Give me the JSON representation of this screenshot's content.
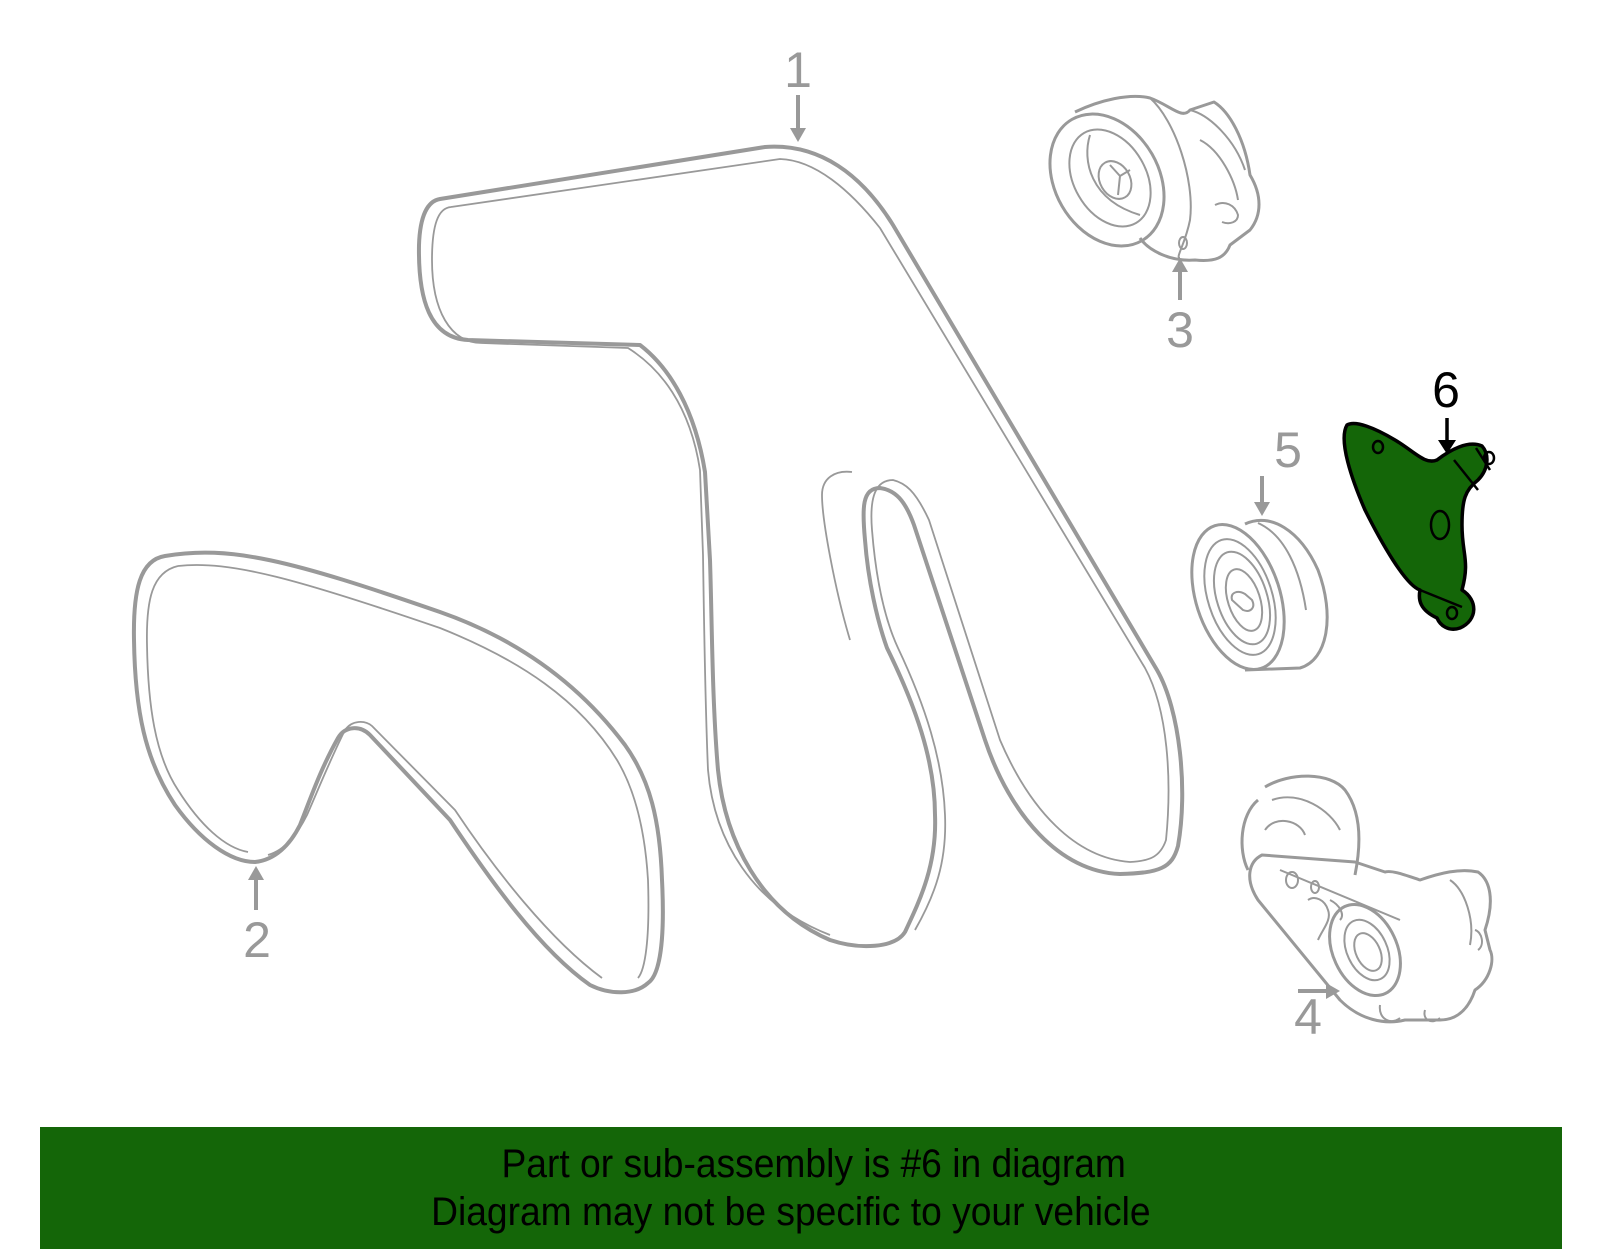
{
  "diagram": {
    "colors": {
      "line": "#999999",
      "highlight_fill": "#146608",
      "highlight_stroke": "#000000",
      "banner_bg": "#146608",
      "banner_text": "#000000"
    },
    "callouts": [
      {
        "number": "1",
        "part": "serpentine-belt-main",
        "highlighted": false
      },
      {
        "number": "2",
        "part": "serpentine-belt-secondary",
        "highlighted": false
      },
      {
        "number": "3",
        "part": "belt-tensioner-upper",
        "highlighted": false
      },
      {
        "number": "4",
        "part": "belt-tensioner-lower",
        "highlighted": false
      },
      {
        "number": "5",
        "part": "idler-pulley",
        "highlighted": false
      },
      {
        "number": "6",
        "part": "bracket",
        "highlighted": true
      }
    ]
  },
  "banner": {
    "line1": "Part or sub-assembly is #6 in diagram",
    "line2": "Diagram may not be specific to your vehicle"
  }
}
